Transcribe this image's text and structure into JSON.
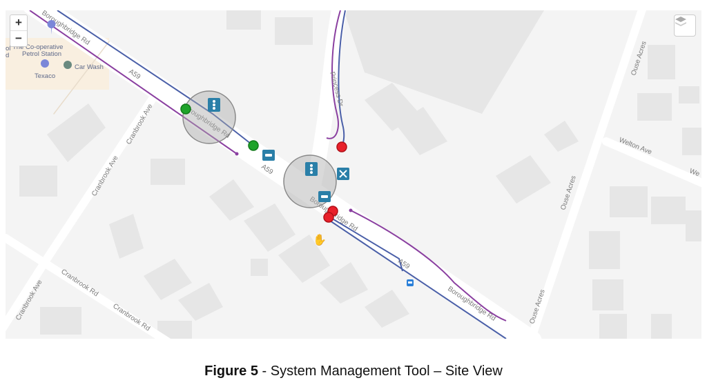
{
  "map": {
    "zoom_in_label": "+",
    "zoom_out_label": "−",
    "layers_icon": "layers-icon",
    "roads": {
      "boroughbridge_1": "Boroughbridge Rd",
      "boroughbridge_2": "Boroughbridge Rd",
      "boroughbridge_3": "Boroughbridge Rd",
      "boroughbridge_4": "Boroughbridge Rd",
      "a59_1": "A59",
      "a59_2": "A59",
      "a59_3": "A59",
      "princess": "Princess Dr",
      "cranbrook_ave_1": "Cranbrook Ave",
      "cranbrook_ave_2": "Cranbrook Ave",
      "cranbrook_ave_3": "Cranbrook Ave",
      "cranbrook_rd_1": "Cranbrook Rd",
      "cranbrook_rd_2": "Cranbrook Rd",
      "ouse_1": "Ouse Acres",
      "ouse_2": "Ouse Acres",
      "ouse_3": "Ouse Acres",
      "welton": "Welton Ave",
      "welton_partial": "We"
    },
    "pois": {
      "coop": "The Co-operative",
      "coop2": "Petrol Station",
      "texaco": "Texaco",
      "carwash": "Car Wash",
      "partial1": "ol",
      "partial2": "d"
    },
    "colors": {
      "route_blue": "#4a5fa8",
      "route_purple": "#8a3fa0",
      "marker_green": "#1fa32a",
      "marker_red": "#e8202a",
      "site_icon": "#2a7fa8"
    }
  },
  "caption": {
    "figure": "Figure 5",
    "text": " - System Management Tool – Site View"
  }
}
